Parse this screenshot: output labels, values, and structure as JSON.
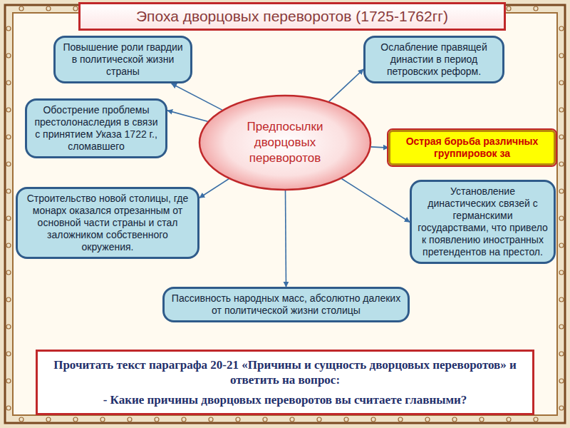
{
  "diagram": {
    "title": "Эпоха дворцовых переворотов (1725-1762гг)",
    "nodes": [
      {
        "text": [
          "Повышение роли гвардии в политической жизни страны"
        ]
      },
      {
        "text": [
          "Ослабление правящей династии в период петровских реформ."
        ]
      },
      {
        "text": [
          "Обострение проблемы престолонаследия в связи с принятием Указа 1722 г., сломавшего"
        ]
      },
      {
        "text": [
          "Предпосылки дворцовых переворотов"
        ]
      },
      {
        "text": [
          "Острая борьба различных группировок за"
        ]
      },
      {
        "text": [
          "Строительство новой столицы, где монарх оказался отрезанным от основной части страны и стал заложником собственного окружения."
        ]
      },
      {
        "text": [
          "Установление династических связей с германскими государствами, что привело к появлению иностранных претендентов на престол."
        ]
      },
      {
        "text": [
          "Пассивность народных масс, абсолютно далеких от политической жизни столицы"
        ]
      },
      {
        "text": [
          "Прочитать текст параграфа 20-21 «Причины и сущность дворцовых переворотов» и ответить на вопрос:",
          "- Какие причины дворцовых переворотов вы считаете главными?"
        ]
      }
    ],
    "edges": [
      {
        "from": 3,
        "to": 0,
        "arrow": "to"
      },
      {
        "from": 3,
        "to": 1,
        "arrow": "to"
      },
      {
        "from": 3,
        "to": 2,
        "arrow": "to"
      },
      {
        "from": 3,
        "to": 4,
        "arrow": "to"
      },
      {
        "from": 3,
        "to": 5,
        "arrow": "to"
      },
      {
        "from": 3,
        "to": 6,
        "arrow": "to"
      },
      {
        "from": 3,
        "to": 7,
        "arrow": "to"
      }
    ]
  }
}
